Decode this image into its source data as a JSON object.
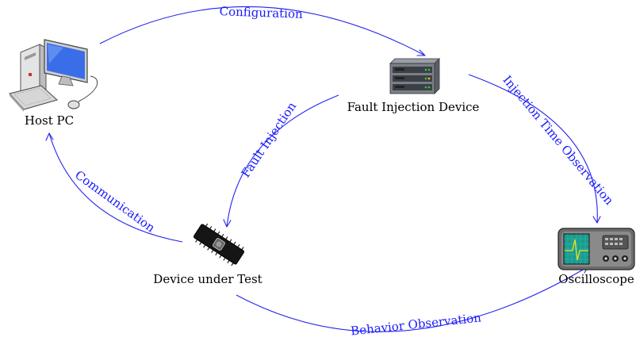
{
  "nodes": {
    "host_pc": {
      "label": "Host PC",
      "icon": "desktop-computer-icon"
    },
    "fault_injection_device": {
      "label": "Fault Injection Device",
      "icon": "server-rack-icon"
    },
    "device_under_test": {
      "label": "Device under Test",
      "icon": "microchip-icon"
    },
    "oscilloscope": {
      "label": "Oscilloscope",
      "icon": "oscilloscope-icon"
    }
  },
  "edges": {
    "configuration": {
      "label": "Configuration",
      "from": "Host PC",
      "to": "Fault Injection Device"
    },
    "fault_injection": {
      "label": "Fault Injection",
      "from": "Fault Injection Device",
      "to": "Device under Test"
    },
    "injection_time_observation": {
      "label": "Injection Time Observation",
      "from": "Fault Injection Device",
      "to": "Oscilloscope"
    },
    "communication": {
      "label": "Communication",
      "from": "Device under Test",
      "to": "Host PC"
    },
    "behavior_observation": {
      "label": "Behavior Observation",
      "from": "Device under Test",
      "to": "Oscilloscope"
    }
  },
  "colors": {
    "edge": "#2222ee",
    "edge_label": "#1a1aff",
    "node_label": "#000000",
    "screen": "#3a6ee8",
    "scope_screen": "#1d9a8e",
    "scope_trace": "#f0e020"
  }
}
